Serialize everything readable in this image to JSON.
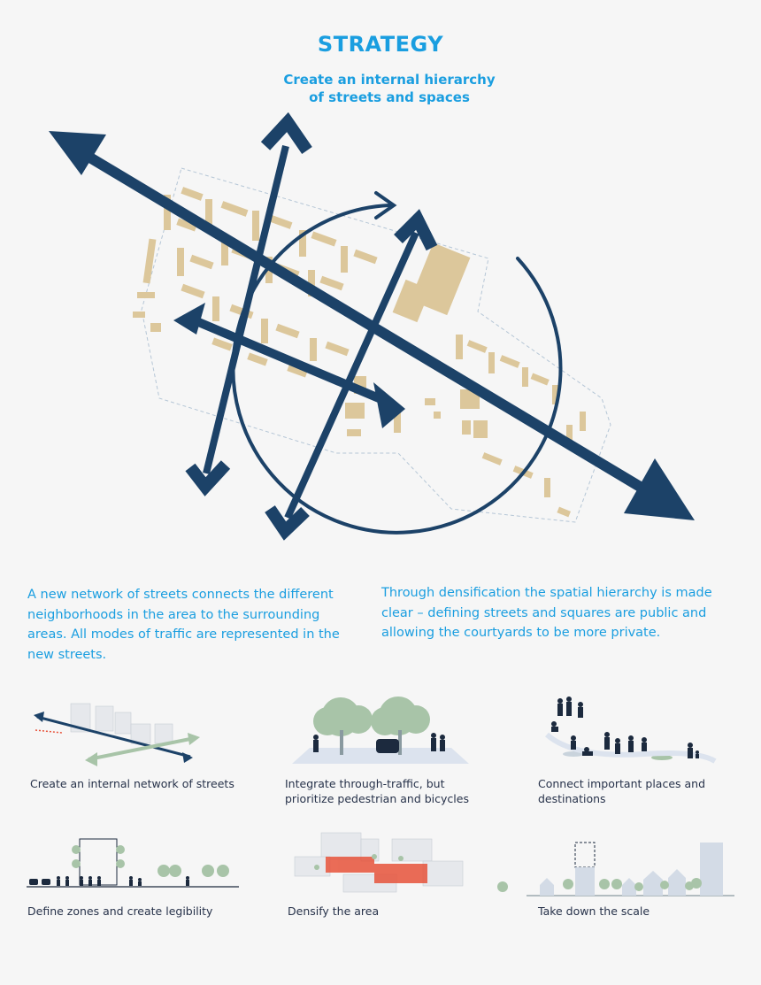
{
  "colors": {
    "accent": "#1a9ee0",
    "navy": "#1c4268",
    "building": "#dcc79b",
    "tree": "#a8c4a8",
    "red": "#e7533b",
    "text": "#27324a"
  },
  "header": {
    "title": "STRATEGY",
    "subtitle_line1": "Create an internal hierarchy",
    "subtitle_line2": "of streets and spaces"
  },
  "paragraphs": {
    "left": "A new network of streets connects the different neighborhoods in the area to the surrounding areas. All modes of traffic are represented in the new streets.",
    "right": "Through densification the spatial hierarchy is made clear – defining streets and squares are public and allowing the courtyards to be more private."
  },
  "captions": [
    {
      "line1": "Create an internal network of streets",
      "line2": ""
    },
    {
      "line1": "Integrate through-traffic, but",
      "line2": "prioritize pedestrian and bicycles"
    },
    {
      "line1": "Connect important places and",
      "line2": "destinations"
    },
    {
      "line1": "Define zones and create legibility",
      "line2": ""
    },
    {
      "line1": "Densify the area",
      "line2": ""
    },
    {
      "line1": "Take down the scale",
      "line2": ""
    }
  ]
}
